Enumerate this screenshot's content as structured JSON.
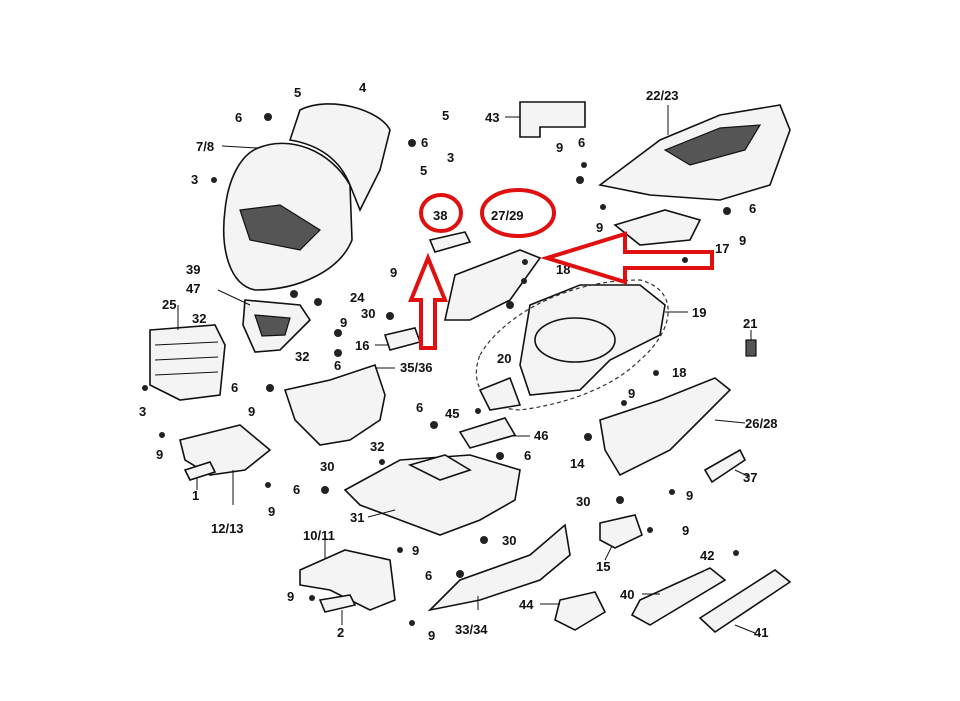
{
  "diagram": {
    "labels": {
      "p5a": "5",
      "p4": "4",
      "p5b": "5",
      "p6a": "6",
      "p6b": "6",
      "p78": "7/8",
      "p3a": "3",
      "p5c": "5",
      "p3b": "3",
      "p43": "43",
      "p6c": "6",
      "p9a": "9",
      "p2223": "22/23",
      "p38": "38",
      "p2729": "27/29",
      "p6d": "6",
      "p9b": "9",
      "p17": "17",
      "p9c": "9",
      "p39": "39",
      "p47": "47",
      "p24": "24",
      "p9d": "9",
      "p18a": "18",
      "p25": "25",
      "p32a": "32",
      "p30a": "30",
      "p9e": "9",
      "p19": "19",
      "p6e": "6",
      "p16": "16",
      "p32b": "32",
      "p21": "21",
      "p6f": "6",
      "p3536": "35/36",
      "p20": "20",
      "p18b": "18",
      "p3c": "3",
      "p9f": "9",
      "p6g": "6",
      "p45": "45",
      "p9g": "9",
      "p2628": "26/28",
      "p46": "46",
      "p9h": "9",
      "p32c": "32",
      "p14": "14",
      "p30b": "30",
      "p6h": "6",
      "p37": "37",
      "p1": "1",
      "p6i": "6",
      "p9i": "9",
      "p30c": "30",
      "p9j": "9",
      "p1213": "12/13",
      "p31": "31",
      "p1011": "10/11",
      "p30d": "30",
      "p9k": "9",
      "p15": "15",
      "p6j": "6",
      "p42": "42",
      "p40": "40",
      "p9l": "9",
      "p44": "44",
      "p2": "2",
      "p3334": "33/34",
      "p9m": "9",
      "p41": "41"
    },
    "highlights": {
      "color": "#e01010",
      "circled_parts": [
        "38",
        "27/29"
      ],
      "arrows": [
        "up-arrow-to-38",
        "left-arrow-to-27/29"
      ]
    }
  }
}
